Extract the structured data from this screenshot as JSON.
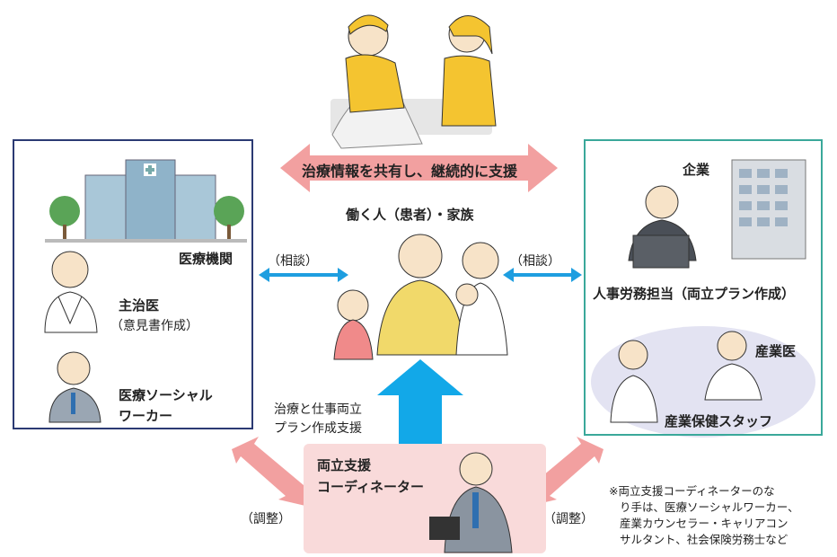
{
  "top_banner": "治療情報を共有し、継続的に支援",
  "center": {
    "title": "働く人（患者）・家族"
  },
  "medical": {
    "title": "医療機関",
    "doctor_line1": "主治医",
    "doctor_line2": "（意見書作成）",
    "msw_line1": "医療ソーシャル",
    "msw_line2": "ワーカー"
  },
  "company": {
    "title": "企業",
    "hr": "人事労務担当（両立プラン作成）",
    "occ_doctor": "産業医",
    "health_staff": "産業保健スタッフ"
  },
  "consult_left": "（相談）",
  "consult_right": "（相談）",
  "support": {
    "line1": "治療と仕事両立",
    "line2": "プラン作成支援"
  },
  "coordinator": {
    "line1": "両立支援",
    "line2": "コーディネーター"
  },
  "adjust_left": "（調整）",
  "adjust_right": "（調整）",
  "note": {
    "line1": "※両立支援コーディネーターのな",
    "line2": "り手は、医療ソーシャルワーカー、",
    "line3": "産業カウンセラー・キャリアコン",
    "line4": "サルタント、社会保険労務士など"
  },
  "colors": {
    "medical_border": "#2b3a73",
    "company_border": "#3aa89a",
    "banner_arrow": "#f2a0a0",
    "consult_arrow": "#1e9ee0",
    "support_arrow": "#12a8e8",
    "adjust_arrow": "#f2a0a0",
    "coordinator_bg": "#f9dada",
    "figure_yellow": "#f4c430"
  }
}
